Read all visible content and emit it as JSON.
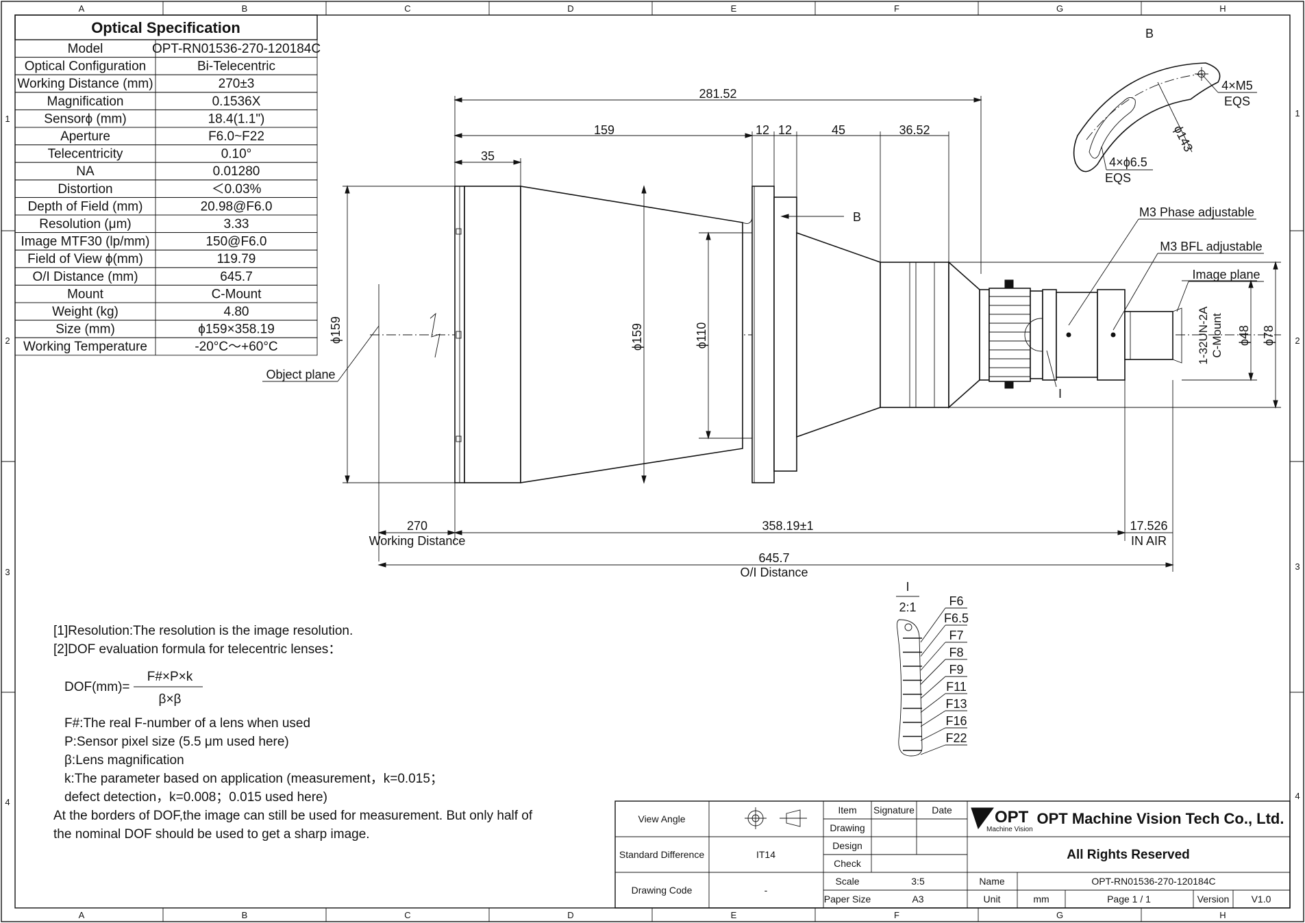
{
  "zones": {
    "columns": [
      "A",
      "B",
      "C",
      "D",
      "E",
      "F",
      "G",
      "H"
    ],
    "rows": [
      "1",
      "2",
      "3",
      "4"
    ]
  },
  "spec_table": {
    "title": "Optical Specification",
    "rows": [
      {
        "label": "Model",
        "value": "OPT-RN01536-270-120184C"
      },
      {
        "label": "Optical Configuration",
        "value": "Bi-Telecentric"
      },
      {
        "label": "Working Distance (mm)",
        "value": "270±3"
      },
      {
        "label": "Magnification",
        "value": "0.1536X"
      },
      {
        "label": "Sensorϕ (mm)",
        "value": "18.4(1.1\")"
      },
      {
        "label": "Aperture",
        "value": "F6.0~F22"
      },
      {
        "label": "Telecentricity",
        "value": "0.10°"
      },
      {
        "label": "NA",
        "value": "0.01280"
      },
      {
        "label": "Distortion",
        "value": "＜0.03%"
      },
      {
        "label": "Depth of Field (mm)",
        "value": "20.98@F6.0"
      },
      {
        "label": "Resolution (μm)",
        "value": "3.33"
      },
      {
        "label": "Image MTF30 (lp/mm)",
        "value": "150@F6.0"
      },
      {
        "label": "Field of View ϕ(mm)",
        "value": "119.79"
      },
      {
        "label": "O/I Distance (mm)",
        "value": "645.7"
      },
      {
        "label": "Mount",
        "value": "C-Mount"
      },
      {
        "label": "Weight (kg)",
        "value": "4.80"
      },
      {
        "label": "Size (mm)",
        "value": "ϕ159×358.19"
      },
      {
        "label": "Working Temperature",
        "value": "-20°C～+60°C"
      }
    ]
  },
  "drawing": {
    "dims": {
      "overall": "281.52",
      "d159": "159",
      "d12a": "12",
      "d12b": "12",
      "d45": "45",
      "d3652": "36.52",
      "d35": "35",
      "phi159_left": "ϕ159",
      "phi159_mid": "ϕ159",
      "phi110": "ϕ110",
      "phi48": "ϕ48",
      "phi78": "ϕ78",
      "wd": "270",
      "wd_label": "Working Distance",
      "length": "358.19±1",
      "bfl": "17.526",
      "bfl_label": "IN AIR",
      "oi": "645.7",
      "oi_label": "O/I Distance"
    },
    "labels": {
      "object_plane": "Object plane",
      "image_plane": "Image plane",
      "m3_phase": "M3 Phase adjustable",
      "m3_bfl": "M3 BFL adjustable",
      "view_b_marker": "B",
      "detail_i_marker": "I",
      "thread": "1-32UN-2A",
      "mount": "C-Mount"
    },
    "view_b": {
      "title": "B",
      "m5": "4×M5",
      "m5_eqs": "EQS",
      "phi143": "ϕ143",
      "h65": "4×ϕ6.5",
      "h65_eqs": "EQS"
    },
    "detail_i": {
      "title": "I",
      "scale": "2:1",
      "fstops": [
        "F6",
        "F6.5",
        "F7",
        "F8",
        "F9",
        "F11",
        "F13",
        "F16",
        "F22"
      ]
    }
  },
  "notes": {
    "line1": "[1]Resolution:The resolution is  the image resolution.",
    "line2": "[2]DOF evaluation formula for telecentric lenses：",
    "formula_lhs": "DOF(mm)=",
    "formula_num": "F#×P×k",
    "formula_den": "β×β",
    "def_f": "F#:The real F-number of a lens when used",
    "def_p": "P:Sensor pixel size (5.5 μm used here)",
    "def_b": "β:Lens magnification",
    "def_k1": "k:The parameter based on application (measurement，k=0.015；",
    "def_k2": "defect detection，k=0.008；0.015 used here)",
    "tail1": "At the borders of DOF,the image can still be used for measurement. But only half of",
    "tail2": "the nominal DOF should be used to get a sharp image."
  },
  "title_block": {
    "view_angle": "View Angle",
    "standard_difference": "Standard Difference",
    "std_value": "IT14",
    "drawing_code": "Drawing Code",
    "code_value": "-",
    "item": "Item",
    "signature": "Signature",
    "date": "Date",
    "drawing": "Drawing",
    "design": "Design",
    "check": "Check",
    "scale": "Scale",
    "scale_value": "3:5",
    "paper_size": "Paper Size",
    "paper_value": "A3",
    "logo_word": "OPT",
    "logo_sub": "Machine Vision",
    "company": "OPT Machine Vision Tech Co., Ltd.",
    "rights": "All Rights Reserved",
    "name_label": "Name",
    "name_value": "OPT-RN01536-270-120184C",
    "unit_label": "Unit",
    "unit_value": "mm",
    "page": "Page  1 / 1",
    "version_label": "Version",
    "version_value": "V1.0"
  }
}
